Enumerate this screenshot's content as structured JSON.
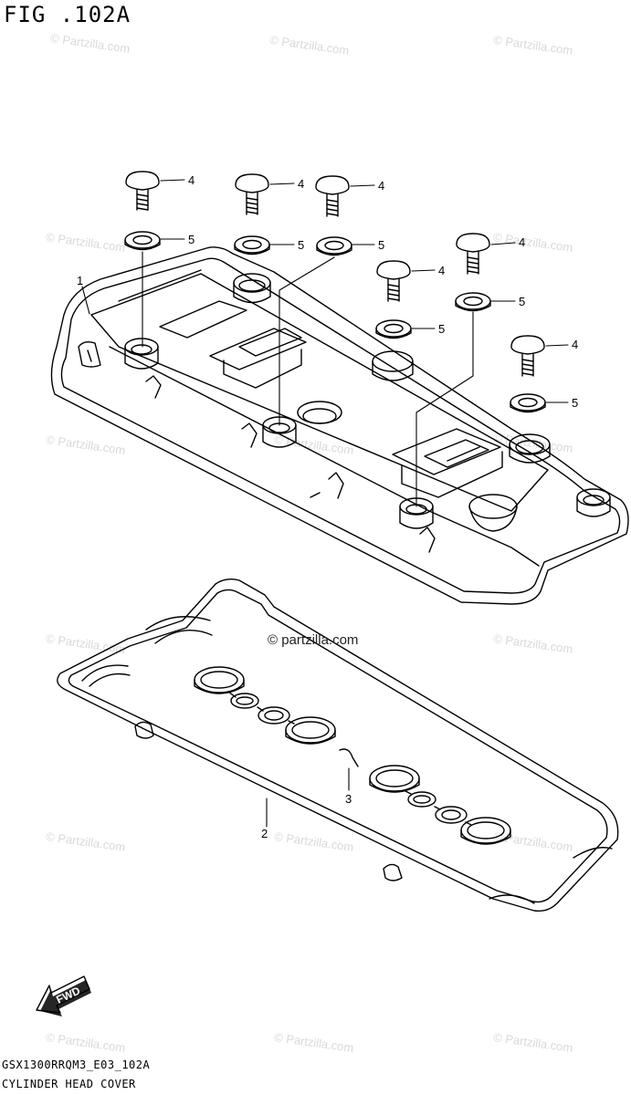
{
  "figure": {
    "title": "FIG .102A",
    "model_code": "GSX1300RRQM3_E03_102A",
    "part_name": "CYLINDER HEAD COVER"
  },
  "watermark": {
    "text": "© Partzilla.com",
    "center_text": "© partzilla.com"
  },
  "callouts": [
    "1",
    "2",
    "3",
    "4",
    "5"
  ],
  "fwd_label": "FWD"
}
